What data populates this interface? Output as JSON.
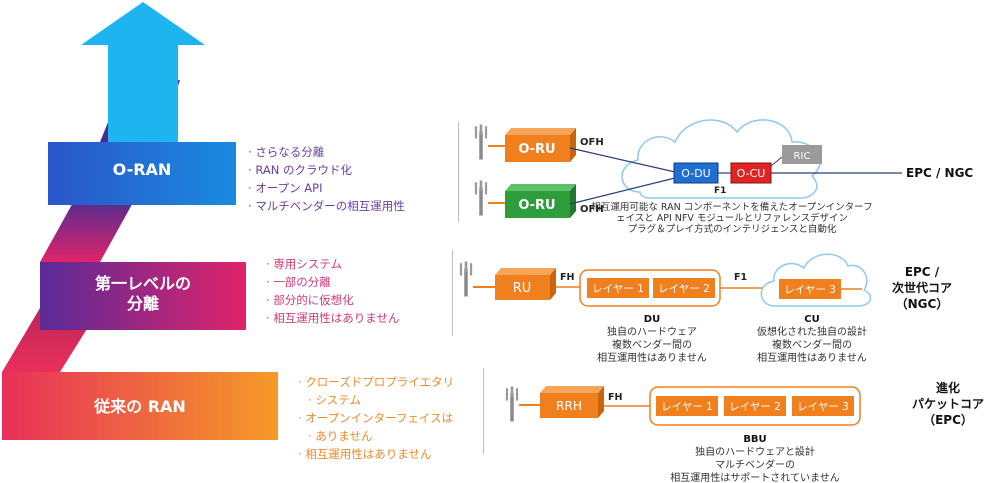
{
  "ladder": {
    "oran": {
      "label": "O-RAN",
      "bullets": [
        "さらなる分離",
        "RAN のクラウド化",
        "オープン API",
        "マルチベンダーの相互運用性"
      ]
    },
    "first": {
      "label_line1": "第一レベルの",
      "label_line2": "分離",
      "bullets": [
        "専用システム",
        "一部の分離",
        "部分的に仮想化",
        "相互運用性はありません"
      ]
    },
    "legacy": {
      "label": "従来の RAN",
      "bullets": [
        "クローズドプロプライエタリ",
        "システム",
        "オープンインターフェイスは",
        "ありません",
        "相互運用性はありません"
      ]
    }
  },
  "oran_diagram": {
    "oru": "O-RU",
    "ofh": "OFH",
    "odu": "O-DU",
    "ocu": "O-CU",
    "ric": "RIC",
    "f1": "F1",
    "core": "EPC / NGC",
    "desc": [
      "相互運用可能な RAN コンポーネントを備えたオープンインターフ",
      "ェイスと API NFV モジュールとリファレンスデザイン",
      "プラグ＆プレイ方式のインテリジェンスと自動化"
    ]
  },
  "first_diagram": {
    "ru": "RU",
    "fh": "FH",
    "layer1": "レイヤー 1",
    "layer2": "レイヤー 2",
    "layer3": "レイヤー 3",
    "f1": "F1",
    "core": [
      "EPC /",
      "次世代コア",
      "（NGC）"
    ],
    "du_title": "DU",
    "du_desc": [
      "独自のハードウェア",
      "複数ベンダー間の",
      "相互運用性はありません"
    ],
    "cu_title": "CU",
    "cu_desc": [
      "仮想化された独自の設計",
      "複数ベンダー間の",
      "相互運用性はありません"
    ]
  },
  "legacy_diagram": {
    "rrh": "RRH",
    "fh": "FH",
    "layer1": "レイヤー 1",
    "layer2": "レイヤー 2",
    "layer3": "レイヤー 3",
    "core": [
      "進化",
      "パケットコア",
      "（EPC）"
    ],
    "bbu_title": "BBU",
    "bbu_desc": [
      "独自のハードウェアと設計",
      "マルチベンダーの",
      "相互運用性はサポートされていません"
    ]
  },
  "colors": {
    "oran_blue": "#1e88e5",
    "purple": "#5b2d9a",
    "pink": "#e0246a",
    "orange": "#f28c28",
    "cyan": "#1eb4f0",
    "box_orange": "#f07f1e",
    "box_green": "#2e9e3c",
    "cloud_blue": "#8fc9ee"
  }
}
